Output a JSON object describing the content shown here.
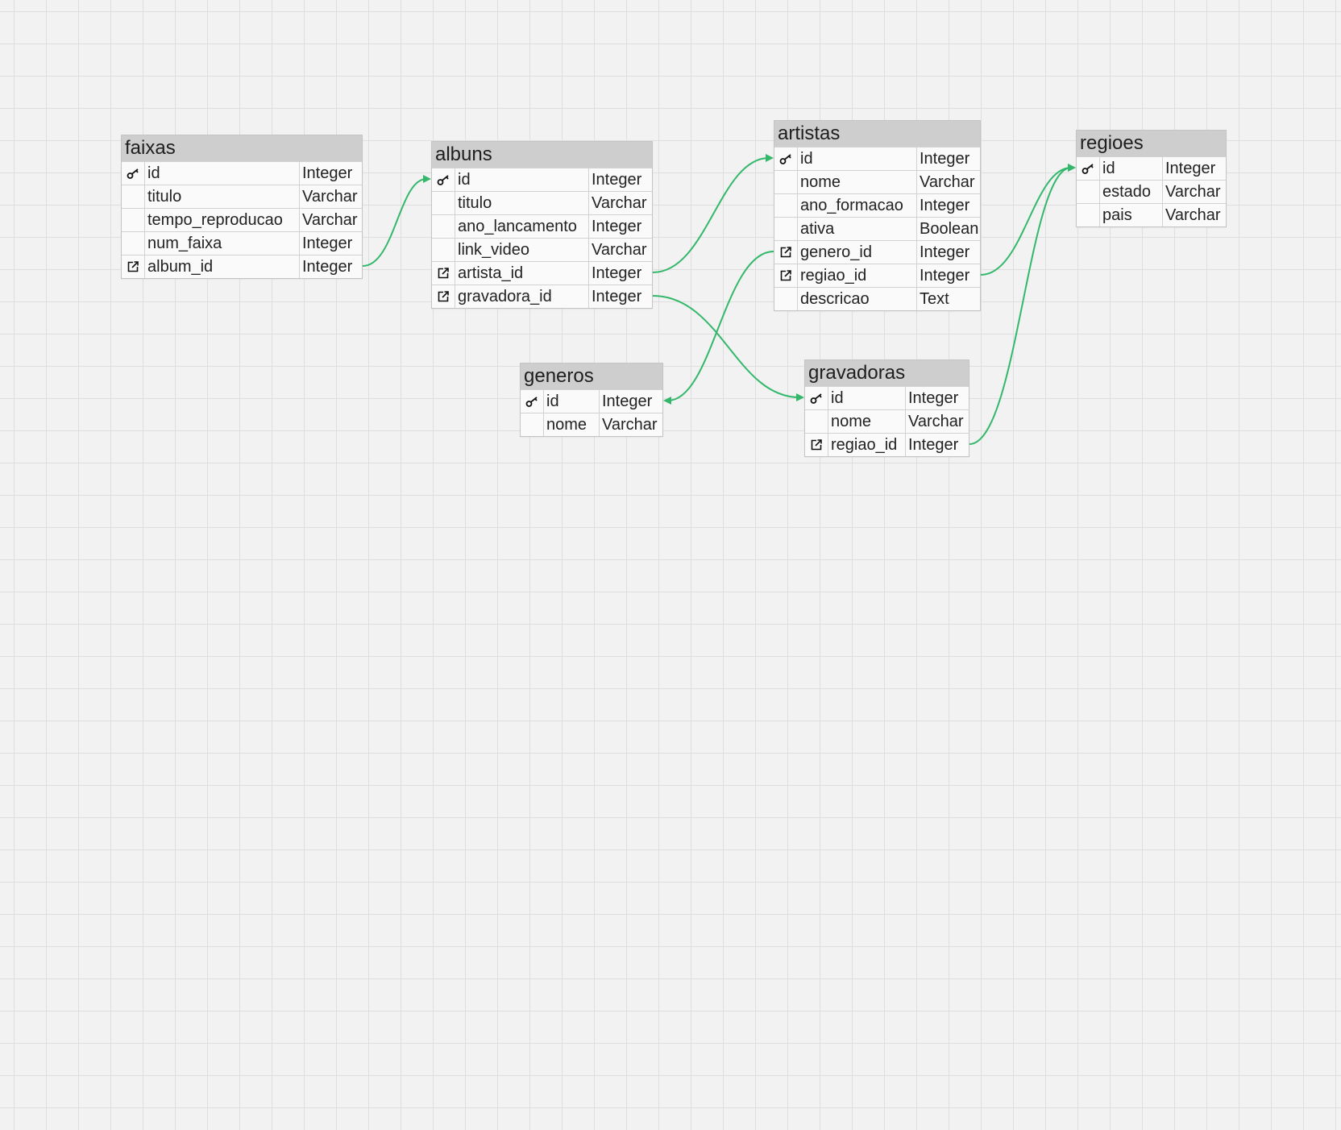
{
  "colors": {
    "relation": "#33b86b",
    "header": "#cecece",
    "grid": "#dedede",
    "canvas": "#f2f2f2"
  },
  "tables": [
    {
      "key": "faixas",
      "title": "faixas",
      "columns": [
        {
          "name": "id",
          "type": "Integer",
          "icon": "key-icon"
        },
        {
          "name": "titulo",
          "type": "Varchar",
          "icon": ""
        },
        {
          "name": "tempo_reproducao",
          "type": "Varchar",
          "icon": ""
        },
        {
          "name": "num_faixa",
          "type": "Integer",
          "icon": ""
        },
        {
          "name": "album_id",
          "type": "Integer",
          "icon": "foreign-key-icon"
        }
      ]
    },
    {
      "key": "albuns",
      "title": "albuns",
      "columns": [
        {
          "name": "id",
          "type": "Integer",
          "icon": "key-icon"
        },
        {
          "name": "titulo",
          "type": "Varchar",
          "icon": ""
        },
        {
          "name": "ano_lancamento",
          "type": "Integer",
          "icon": ""
        },
        {
          "name": "link_video",
          "type": "Varchar",
          "icon": ""
        },
        {
          "name": "artista_id",
          "type": "Integer",
          "icon": "foreign-key-icon"
        },
        {
          "name": "gravadora_id",
          "type": "Integer",
          "icon": "foreign-key-icon"
        }
      ]
    },
    {
      "key": "artistas",
      "title": "artistas",
      "columns": [
        {
          "name": "id",
          "type": "Integer",
          "icon": "key-icon"
        },
        {
          "name": "nome",
          "type": "Varchar",
          "icon": ""
        },
        {
          "name": "ano_formacao",
          "type": "Integer",
          "icon": ""
        },
        {
          "name": "ativa",
          "type": "Boolean",
          "icon": ""
        },
        {
          "name": "genero_id",
          "type": "Integer",
          "icon": "foreign-key-icon"
        },
        {
          "name": "regiao_id",
          "type": "Integer",
          "icon": "foreign-key-icon"
        },
        {
          "name": "descricao",
          "type": "Text",
          "icon": ""
        }
      ]
    },
    {
      "key": "regioes",
      "title": "regioes",
      "columns": [
        {
          "name": "id",
          "type": "Integer",
          "icon": "key-icon"
        },
        {
          "name": "estado",
          "type": "Varchar",
          "icon": ""
        },
        {
          "name": "pais",
          "type": "Varchar",
          "icon": ""
        }
      ]
    },
    {
      "key": "generos",
      "title": "generos",
      "columns": [
        {
          "name": "id",
          "type": "Integer",
          "icon": "key-icon"
        },
        {
          "name": "nome",
          "type": "Varchar",
          "icon": ""
        }
      ]
    },
    {
      "key": "gravadoras",
      "title": "gravadoras",
      "columns": [
        {
          "name": "id",
          "type": "Integer",
          "icon": "key-icon"
        },
        {
          "name": "nome",
          "type": "Varchar",
          "icon": ""
        },
        {
          "name": "regiao_id",
          "type": "Integer",
          "icon": "foreign-key-icon"
        }
      ]
    }
  ],
  "relations": [
    {
      "from_table": "faixas",
      "from_column": "album_id",
      "to_table": "albuns",
      "to_column": "id"
    },
    {
      "from_table": "albuns",
      "from_column": "artista_id",
      "to_table": "artistas",
      "to_column": "id"
    },
    {
      "from_table": "albuns",
      "from_column": "gravadora_id",
      "to_table": "gravadoras",
      "to_column": "id"
    },
    {
      "from_table": "artistas",
      "from_column": "genero_id",
      "to_table": "generos",
      "to_column": "id"
    },
    {
      "from_table": "artistas",
      "from_column": "regiao_id",
      "to_table": "regioes",
      "to_column": "id"
    },
    {
      "from_table": "gravadoras",
      "from_column": "regiao_id",
      "to_table": "regioes",
      "to_column": "id"
    }
  ]
}
